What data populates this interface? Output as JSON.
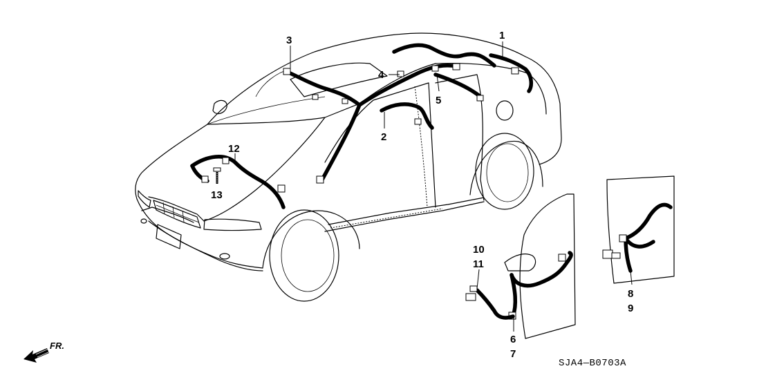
{
  "diagram": {
    "part_labels": [
      "1",
      "2",
      "3",
      "4",
      "5",
      "6",
      "7",
      "8",
      "9",
      "10",
      "11",
      "12",
      "13"
    ],
    "front_indicator": "FR.",
    "diagram_code": "SJA4—B0703A"
  }
}
